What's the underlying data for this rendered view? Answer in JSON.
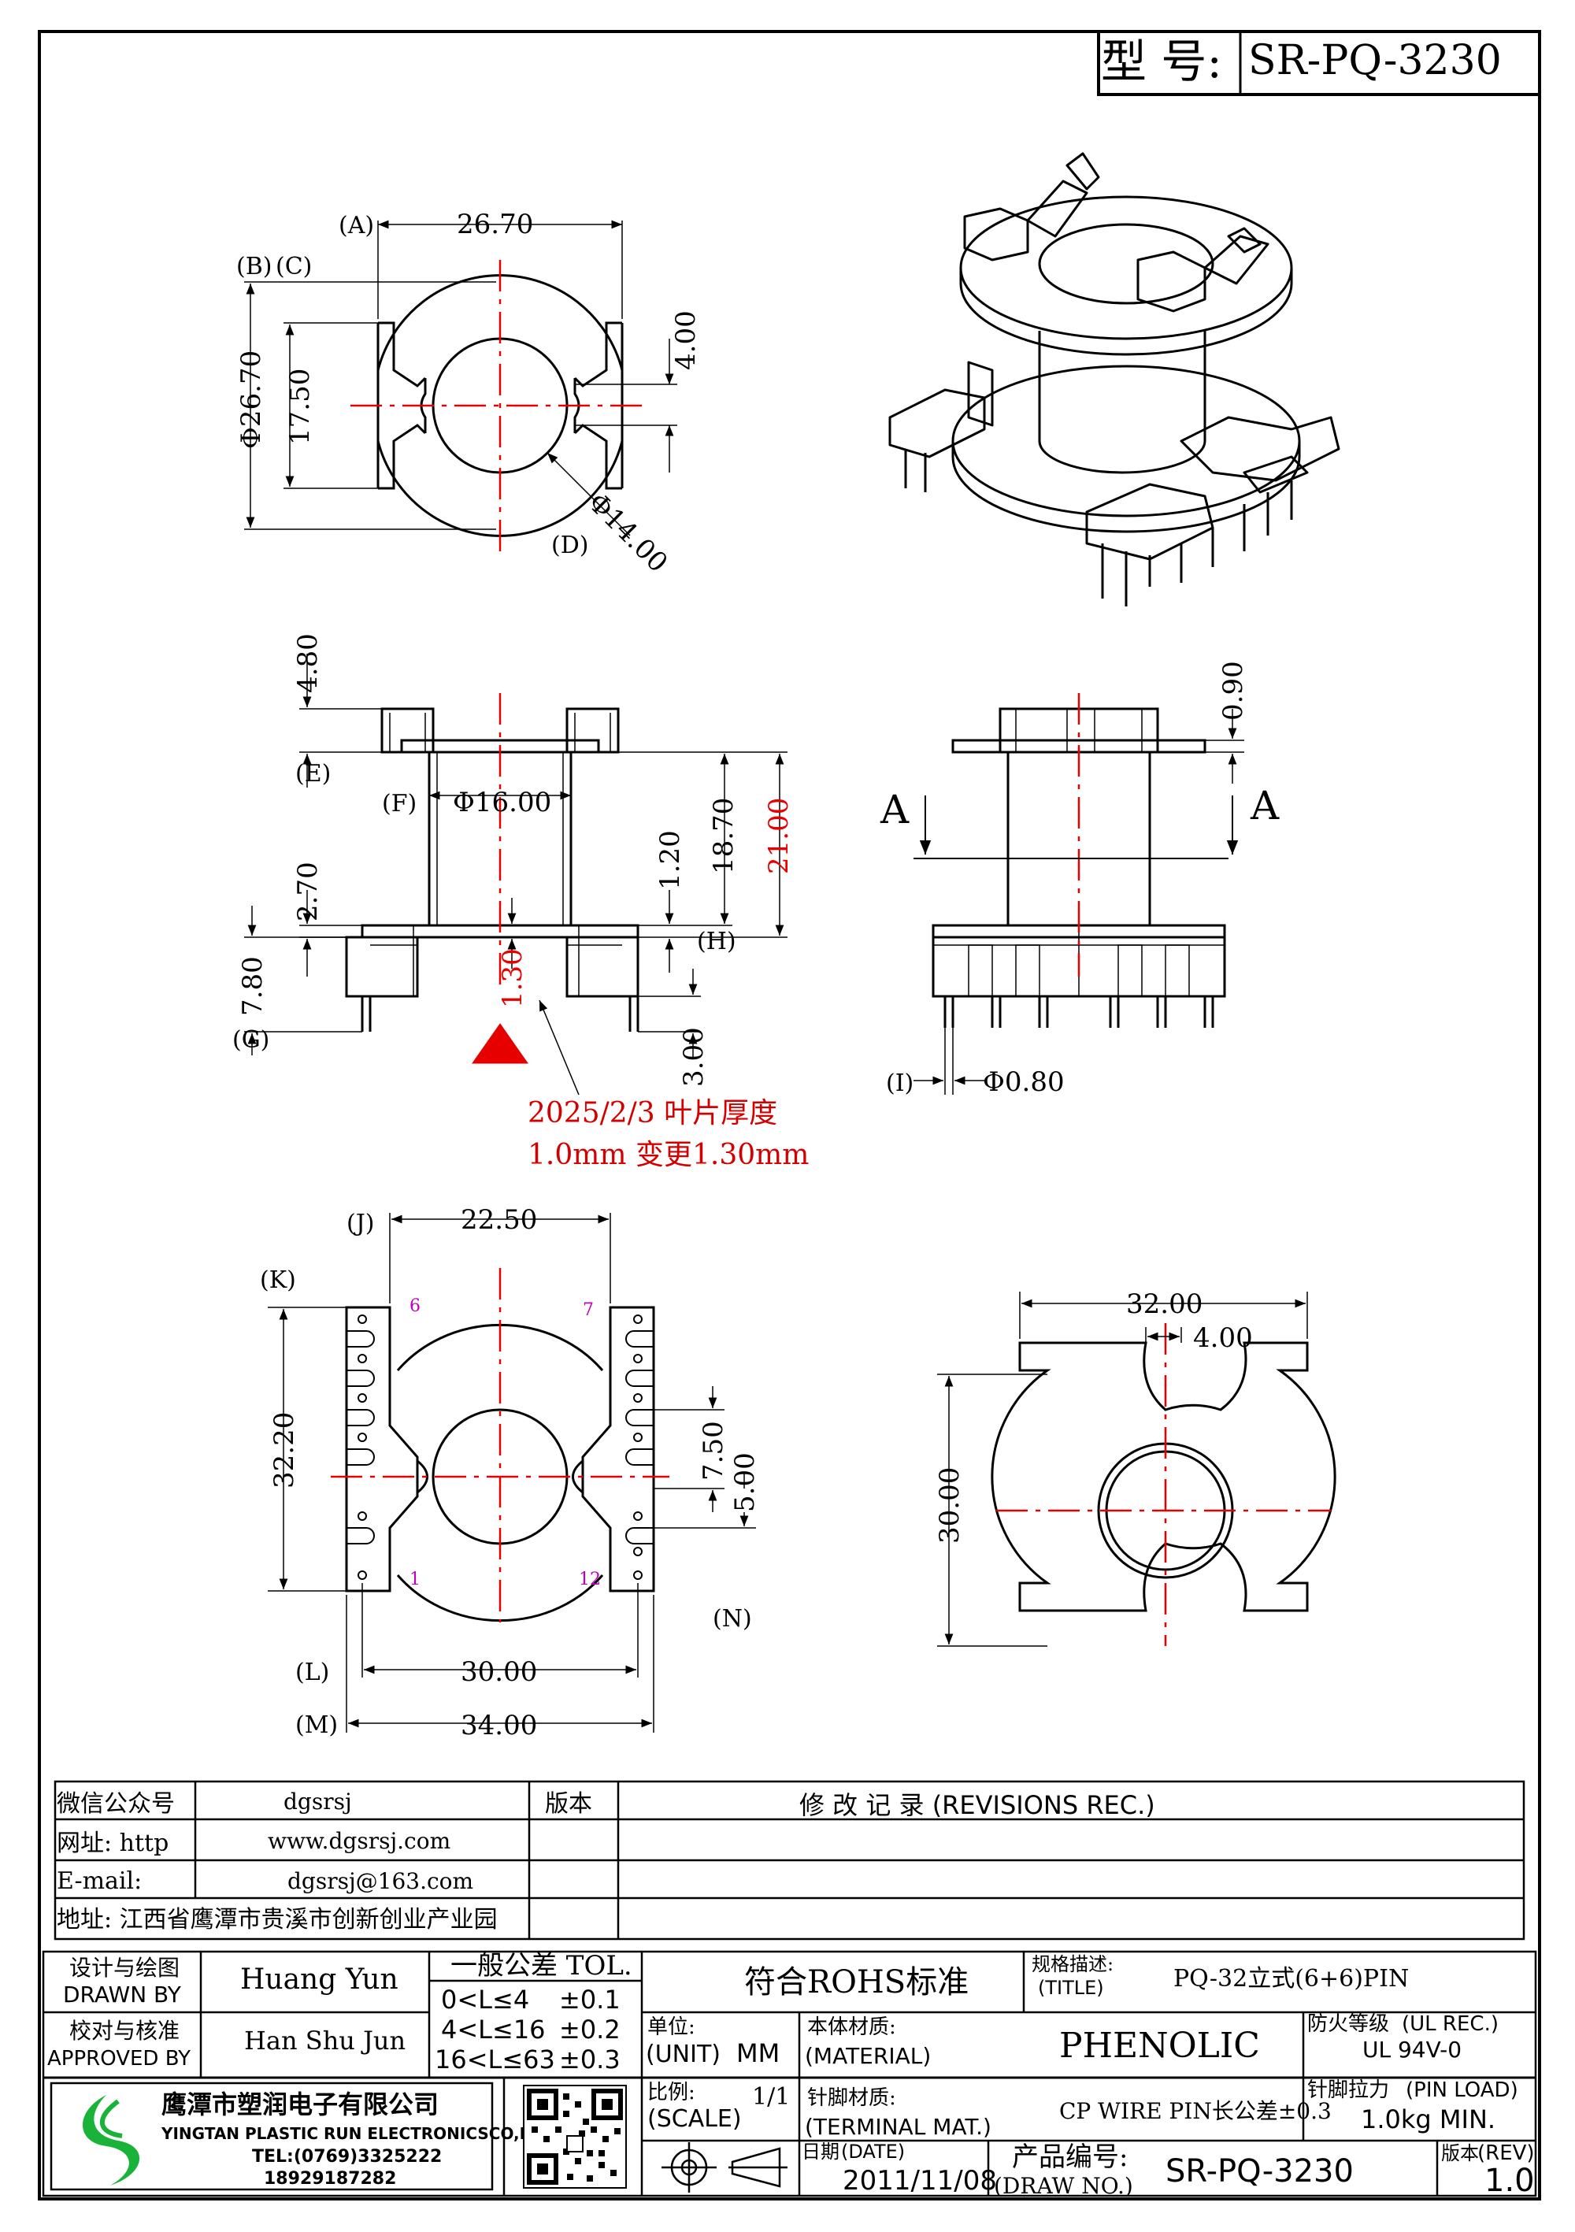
{
  "header": {
    "model_label": "型 号:",
    "model_value": "SR-PQ-3230"
  },
  "top_view": {
    "dim_a": "26.70",
    "dim_dia": "Φ26.70",
    "dim_1750": "17.50",
    "dim_400": "4.00",
    "dim_d14": "Φ14.00",
    "tag_a": "(A)",
    "tag_b": "(B)",
    "tag_c": "(C)",
    "tag_d": "(D)"
  },
  "front_view": {
    "dim_480": "4.80",
    "dim_f16": "Φ16.00",
    "dim_1870": "18.70",
    "dim_2100": "21.00",
    "dim_270": "2.70",
    "dim_120": "1.20",
    "dim_780": "7.80",
    "dim_130": "1.30",
    "dim_300": "3.00",
    "tag_e": "(E)",
    "tag_f": "(F)",
    "tag_g": "(G)",
    "tag_h": "(H)",
    "note_line1": "2025/2/3  叶片厚度",
    "note_line2": "1.0mm 变更1.30mm"
  },
  "side_view": {
    "dim_090": "0.90",
    "dim_080": "Φ0.80",
    "section_a_left": "A",
    "section_a_right": "A",
    "tag_i": "(I)"
  },
  "bottom_view": {
    "dim_2250": "22.50",
    "dim_3220": "32.20",
    "dim_750": "7.50",
    "dim_500": "5.00",
    "dim_3000": "30.00",
    "dim_3400": "34.00",
    "tag_j": "(J)",
    "tag_k": "(K)",
    "tag_l": "(L)",
    "tag_m": "(M)",
    "tag_n": "(N)",
    "pin_6": "6",
    "pin_7": "7",
    "pin_1": "1",
    "pin_12": "12"
  },
  "section_view": {
    "dim_3200": "32.00",
    "dim_400": "4.00",
    "dim_3000": "30.00"
  },
  "info_block": {
    "wechat_label": "微信公众号",
    "wechat_value": "dgsrsj",
    "web_label": "网址: http",
    "web_value": "www.dgsrsj.com",
    "email_label": "E-mail:",
    "email_value": "dgsrsj@163.com",
    "address": "地址: 江西省鹰潭市贵溪市创新创业产业园",
    "version_label": "版本",
    "revisions_title": "修 改 记 录 (REVISIONS REC.)"
  },
  "title_block": {
    "drawn_cn": "设计与绘图",
    "drawn_en": "DRAWN BY",
    "drawn_name": "Huang Yun",
    "approved_cn": "校对与核准",
    "approved_en": "APPROVED BY",
    "approved_name": "Han Shu Jun",
    "tol_title": "一般公差 TOL.",
    "tol_rows": [
      {
        "range": "0<L≤4",
        "tol": "±0.1"
      },
      {
        "range": "4<L≤16",
        "tol": "±0.2"
      },
      {
        "range": "16<L≤63",
        "tol": "±0.3"
      }
    ],
    "rohs": "符合ROHS标准",
    "spec_label_cn": "规格描述:",
    "spec_label_en": "(TITLE)",
    "spec_value": "PQ-32立式(6+6)PIN",
    "unit_label_cn": "单位:",
    "unit_label_en": "(UNIT)",
    "unit_value": "MM",
    "material_label_cn": "本体材质:",
    "material_label_en": "(MATERIAL)",
    "material_value": "PHENOLIC",
    "fire_label_cn": "防火等级",
    "fire_label_en": "(UL REC.)",
    "fire_value": "UL 94V-0",
    "scale_label_cn": "比例:",
    "scale_label_en": "(SCALE)",
    "scale_value": "1/1",
    "terminal_label_cn": "针脚材质:",
    "terminal_label_en": "(TERMINAL MAT.)",
    "terminal_value": "CP WIRE  PIN长公差±0.3",
    "pin_load_label_cn": "针脚拉力",
    "pin_load_label_en": "(PIN LOAD)",
    "pin_load_value": "1.0kg MIN.",
    "date_label_cn": "日期",
    "date_label_en": "(DATE)",
    "date_value": "2011/11/08",
    "drawno_label_cn": "产品编号:",
    "drawno_label_en": "(DRAW NO.)",
    "drawno_value": "SR-PQ-3230",
    "rev_label_cn": "版本",
    "rev_label_en": "(REV)",
    "rev_value": "1.0",
    "company_cn": "鹰潭市塑润电子有限公司",
    "company_en": "YINGTAN PLASTIC RUN ELECTRONICSCO,LTD",
    "company_tel": "TEL:(0769)3325222",
    "company_mobile": "18929187282"
  },
  "colors": {
    "line": "#000000",
    "center": "#e60000",
    "note": "#d40000",
    "pin_label": "#c000c0",
    "logo": "#19b33a"
  }
}
